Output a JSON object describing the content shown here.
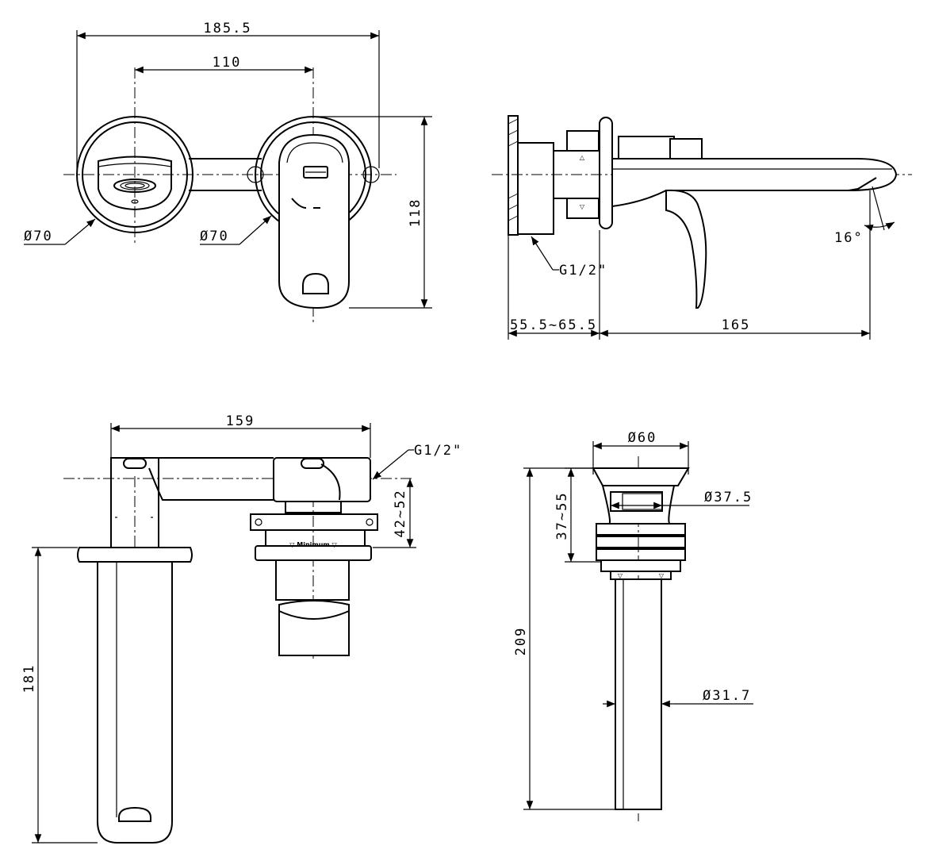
{
  "front_view": {
    "overall_width": "185.5",
    "center_distance": "110",
    "height": "118",
    "left_plate_diameter": "Ø70",
    "right_plate_diameter": "Ø70"
  },
  "side_view": {
    "thread": "G1/2\"",
    "wall_depth": "55.5~65.5",
    "spout_reach": "165",
    "angle": "16°"
  },
  "top_view": {
    "length": "159",
    "thread": "G1/2\"",
    "depth_range": "42~52",
    "spout_length": "181",
    "cartridge_text": "▽ Minimum ▽"
  },
  "drain": {
    "cap_diameter": "Ø60",
    "body_diameter": "Ø37.5",
    "range": "37~55",
    "total_length": "209",
    "tail_diameter": "Ø31.7"
  }
}
